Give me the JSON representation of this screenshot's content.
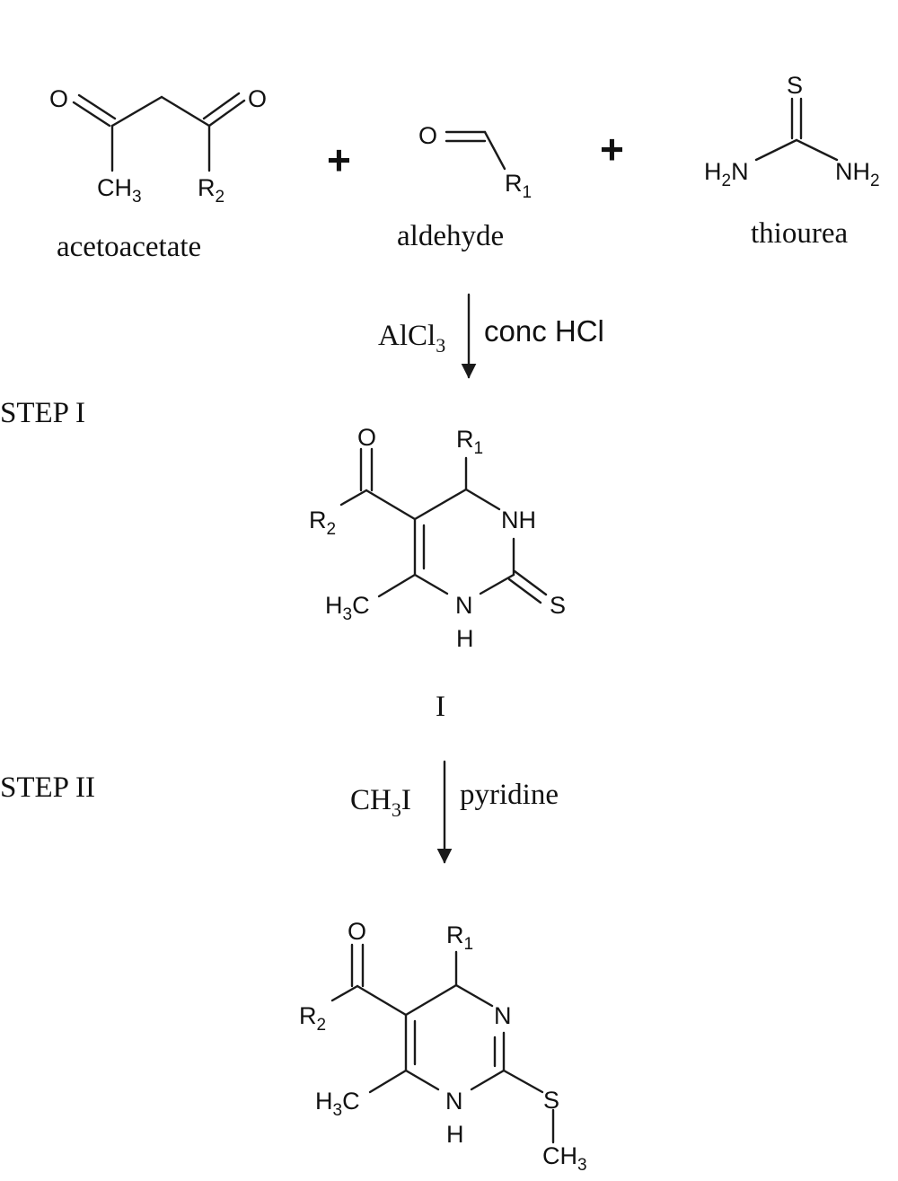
{
  "atoms": {
    "O": "O",
    "S": "S",
    "N": "N",
    "NH": "NH",
    "H": "H",
    "C": "C",
    "CH": "CH",
    "H3C_H": "H",
    "R": "R",
    "NH2_prefix": "NH",
    "H2N_H": "H",
    "H2N_N": "N",
    "sub_1": "1",
    "sub_2": "2",
    "sub_3": "3"
  },
  "reactants": {
    "acetoacetate": "acetoacetate",
    "aldehyde": "aldehyde",
    "thiourea": "thiourea",
    "plus": "+"
  },
  "step1": {
    "label": "STEP I",
    "reagent_left_main": "AlCl",
    "reagent_left_sub": "3",
    "reagent_right": "conc HCl",
    "product_label": "I"
  },
  "step2": {
    "label": "STEP II",
    "reagent_left_main": "CH",
    "reagent_left_sub": "3",
    "reagent_left_tail": "I",
    "reagent_right": "pyridine"
  }
}
